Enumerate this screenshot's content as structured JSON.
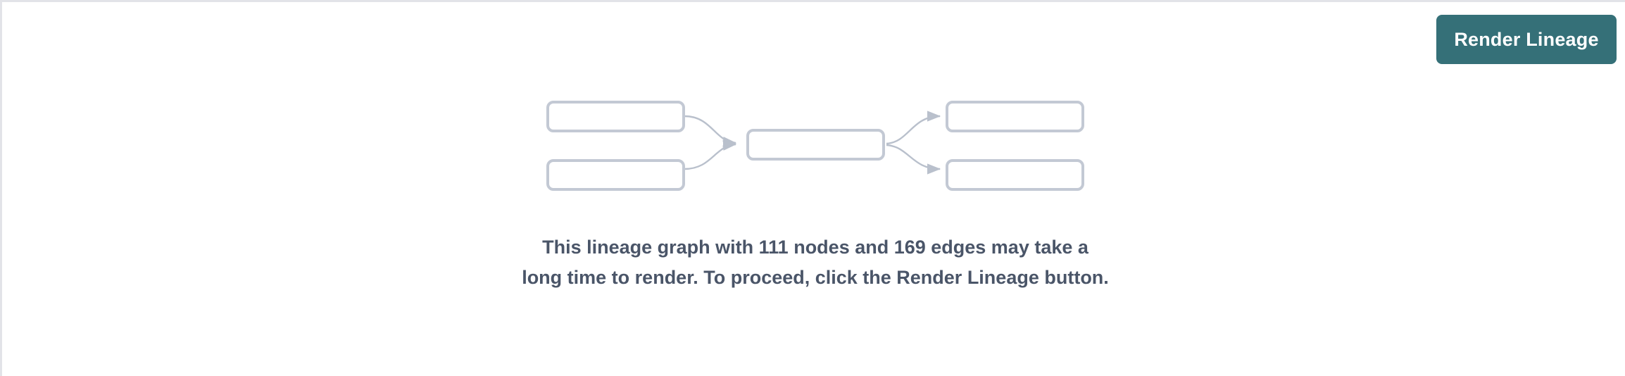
{
  "page": {
    "background_color": "#ffffff",
    "border_color": "#e2e3e8"
  },
  "toolbar": {
    "render_lineage_label": "Render Lineage",
    "button_color": "#357078",
    "button_text_color": "#ffffff"
  },
  "placeholder_graph": {
    "node_border_color": "#c3c9d4",
    "edge_color": "#b9c0cc",
    "nodes": [
      {
        "id": "left-top",
        "label": ""
      },
      {
        "id": "left-bottom",
        "label": ""
      },
      {
        "id": "center",
        "label": ""
      },
      {
        "id": "right-top",
        "label": ""
      },
      {
        "id": "right-bottom",
        "label": ""
      }
    ]
  },
  "message": {
    "text": "This lineage graph with 111 nodes and 169 edges may take a long time to render. To proceed, click the Render Lineage button.",
    "node_count": "111",
    "edge_count": "169",
    "text_color": "#4a5568"
  }
}
